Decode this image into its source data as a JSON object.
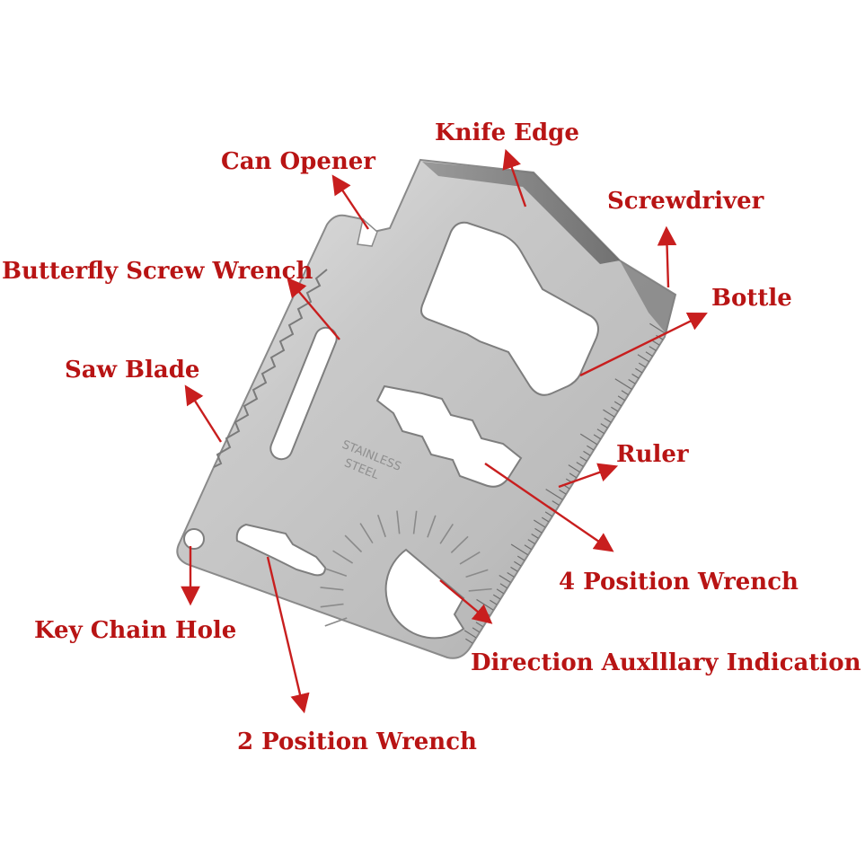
{
  "colors": {
    "label": "#b81414",
    "arrow": "#c81e1e",
    "steel_light": "#dcdcdc",
    "steel_dark": "#9a9a9a",
    "background": "#ffffff"
  },
  "card": {
    "etching_line1": "STAINLESS",
    "etching_line2": "STEEL"
  },
  "labels": {
    "knife_edge": "Knife Edge",
    "can_opener": "Can Opener",
    "screwdriver": "Screwdriver",
    "butterfly_screw_wrench": "Butterfly Screw Wrench",
    "bottle": "Bottle",
    "saw_blade": "Saw Blade",
    "ruler": "Ruler",
    "four_position_wrench": "4 Position Wrench",
    "key_chain_hole": "Key Chain Hole",
    "direction_indication": "Direction Auxlllary Indication",
    "two_position_wrench": "2 Position Wrench"
  }
}
